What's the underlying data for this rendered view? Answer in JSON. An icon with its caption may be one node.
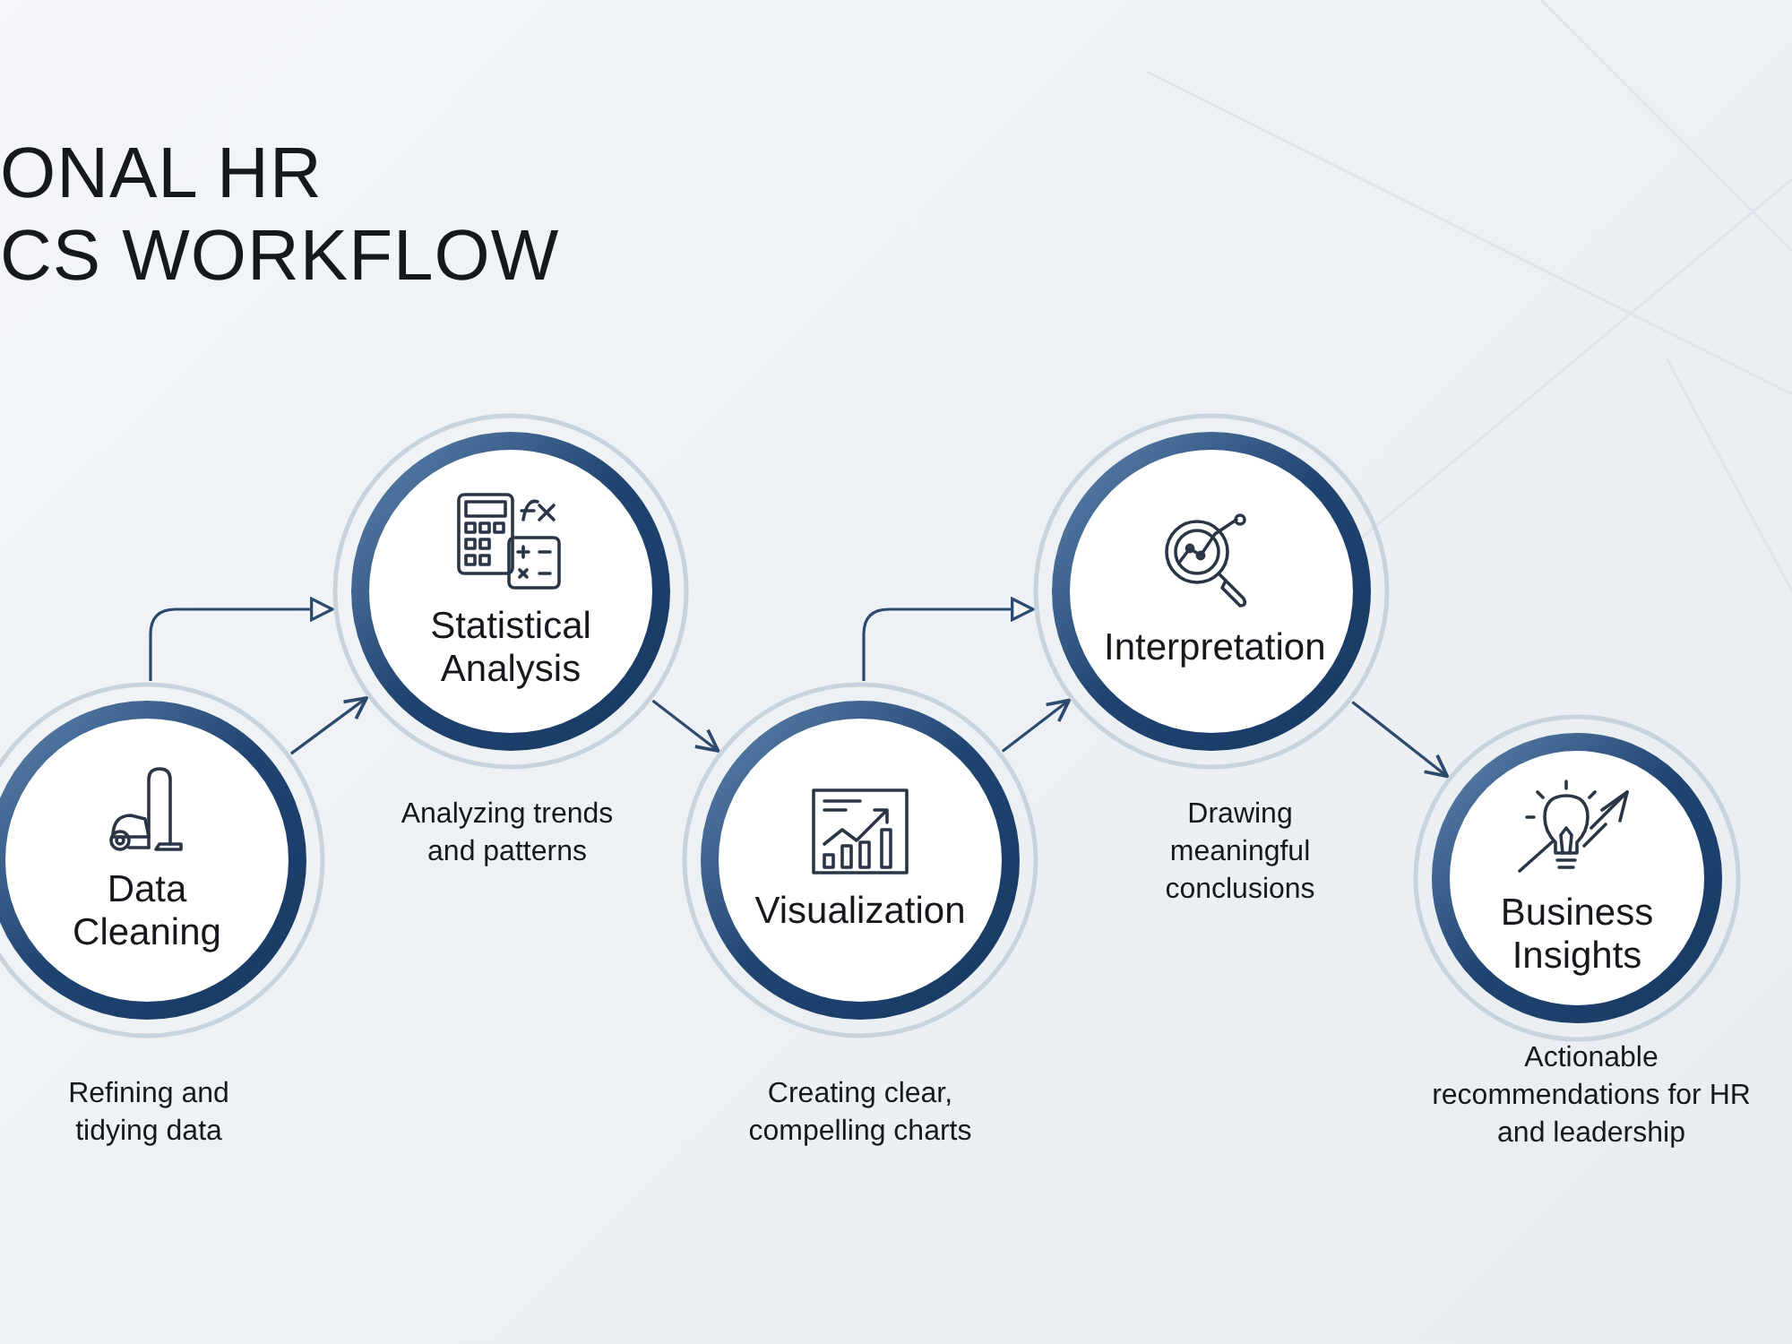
{
  "diagram": {
    "title": "ONAL HR CS WORKFLOW",
    "nodes": [
      {
        "text": [
          "Data Cleaning"
        ],
        "beside": [
          "Refining and tidying data"
        ]
      },
      {
        "text": [
          "Statistical Analysis"
        ],
        "beside": [
          "Analyzing trends and patterns"
        ]
      },
      {
        "text": [
          "Visualization"
        ],
        "beside": [
          "Creating clear, compelling charts"
        ]
      },
      {
        "text": [
          "Interpretation"
        ],
        "beside": [
          "Drawing meaningful conclusions"
        ]
      },
      {
        "text": [
          "Business Insights"
        ],
        "beside": [
          "Actionable recommendations for HR and leadership"
        ]
      }
    ],
    "edges": [
      {
        "from": 0,
        "to": 1,
        "arrow": "to"
      },
      {
        "from": 0,
        "to": 1,
        "arrow": "to"
      },
      {
        "from": 1,
        "to": 2,
        "arrow": "to"
      },
      {
        "from": 2,
        "to": 3,
        "arrow": "to"
      },
      {
        "from": 2,
        "to": 3,
        "arrow": "to"
      },
      {
        "from": 3,
        "to": 4,
        "arrow": "to"
      }
    ]
  }
}
